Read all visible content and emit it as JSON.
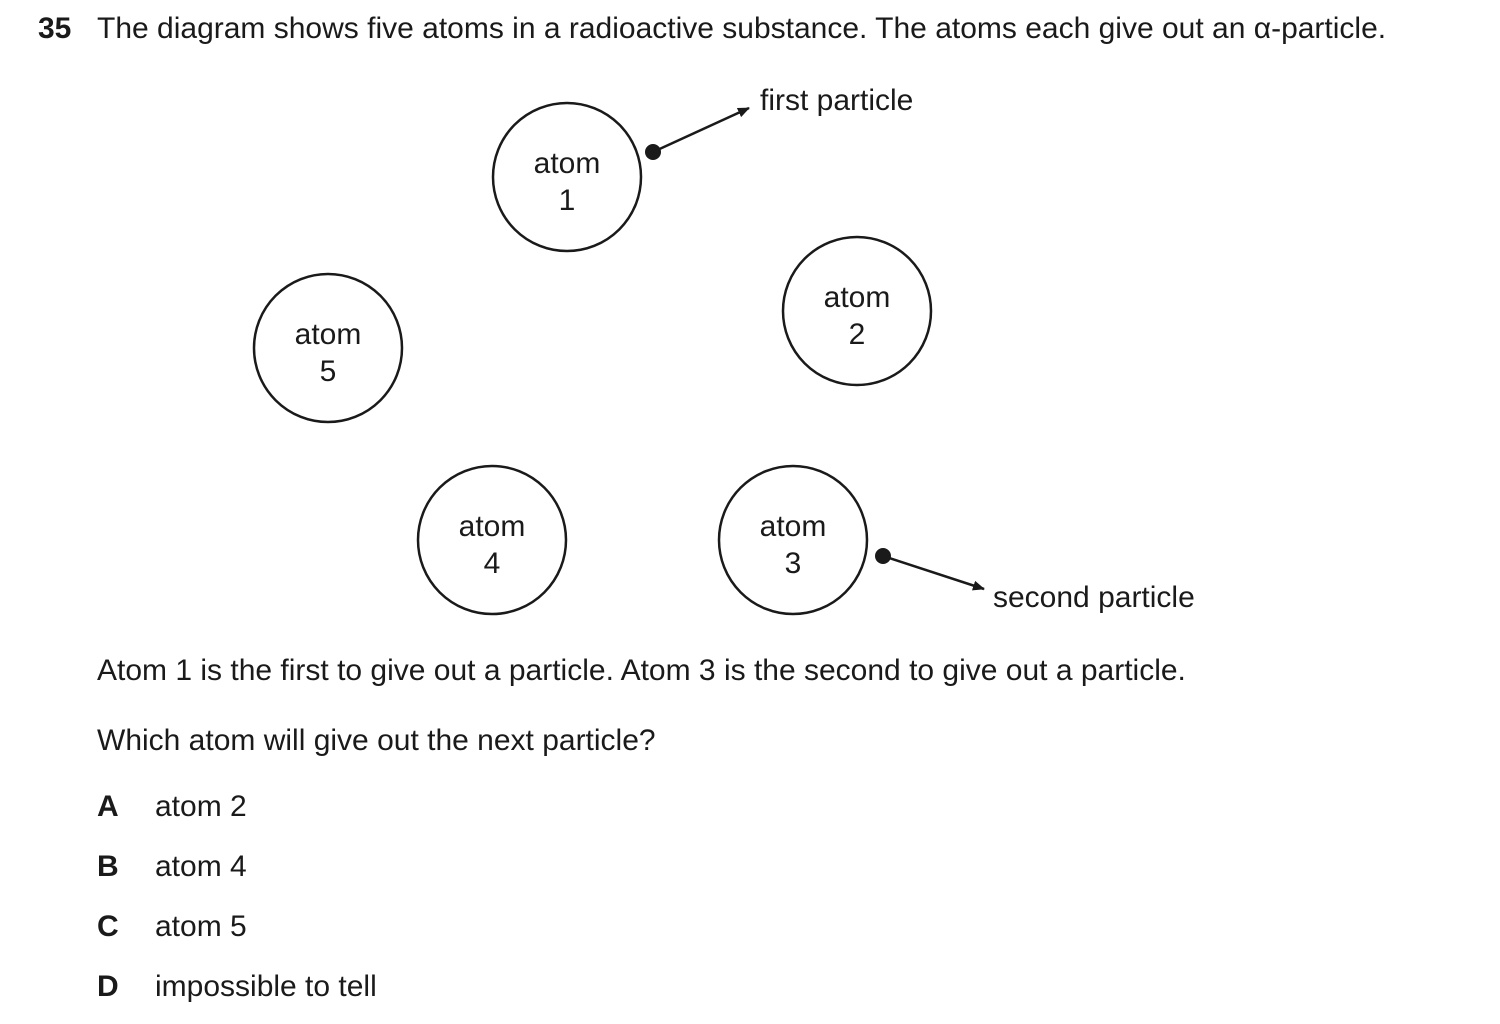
{
  "question": {
    "number": "35",
    "text": "The diagram shows five atoms in a radioactive substance. The atoms each give out an α-particle."
  },
  "diagram": {
    "atoms": [
      {
        "word": "atom",
        "num": "1"
      },
      {
        "word": "atom",
        "num": "2"
      },
      {
        "word": "atom",
        "num": "3"
      },
      {
        "word": "atom",
        "num": "4"
      },
      {
        "word": "atom",
        "num": "5"
      }
    ],
    "labels": {
      "first": "first particle",
      "second": "second particle"
    }
  },
  "stem_lines": [
    "Atom 1 is the first to give out a particle. Atom 3 is the second to give out a particle.",
    "Which atom will give out the next particle?"
  ],
  "options": [
    {
      "letter": "A",
      "text": "atom 2"
    },
    {
      "letter": "B",
      "text": "atom 4"
    },
    {
      "letter": "C",
      "text": "atom 5"
    },
    {
      "letter": "D",
      "text": "impossible to tell"
    }
  ]
}
